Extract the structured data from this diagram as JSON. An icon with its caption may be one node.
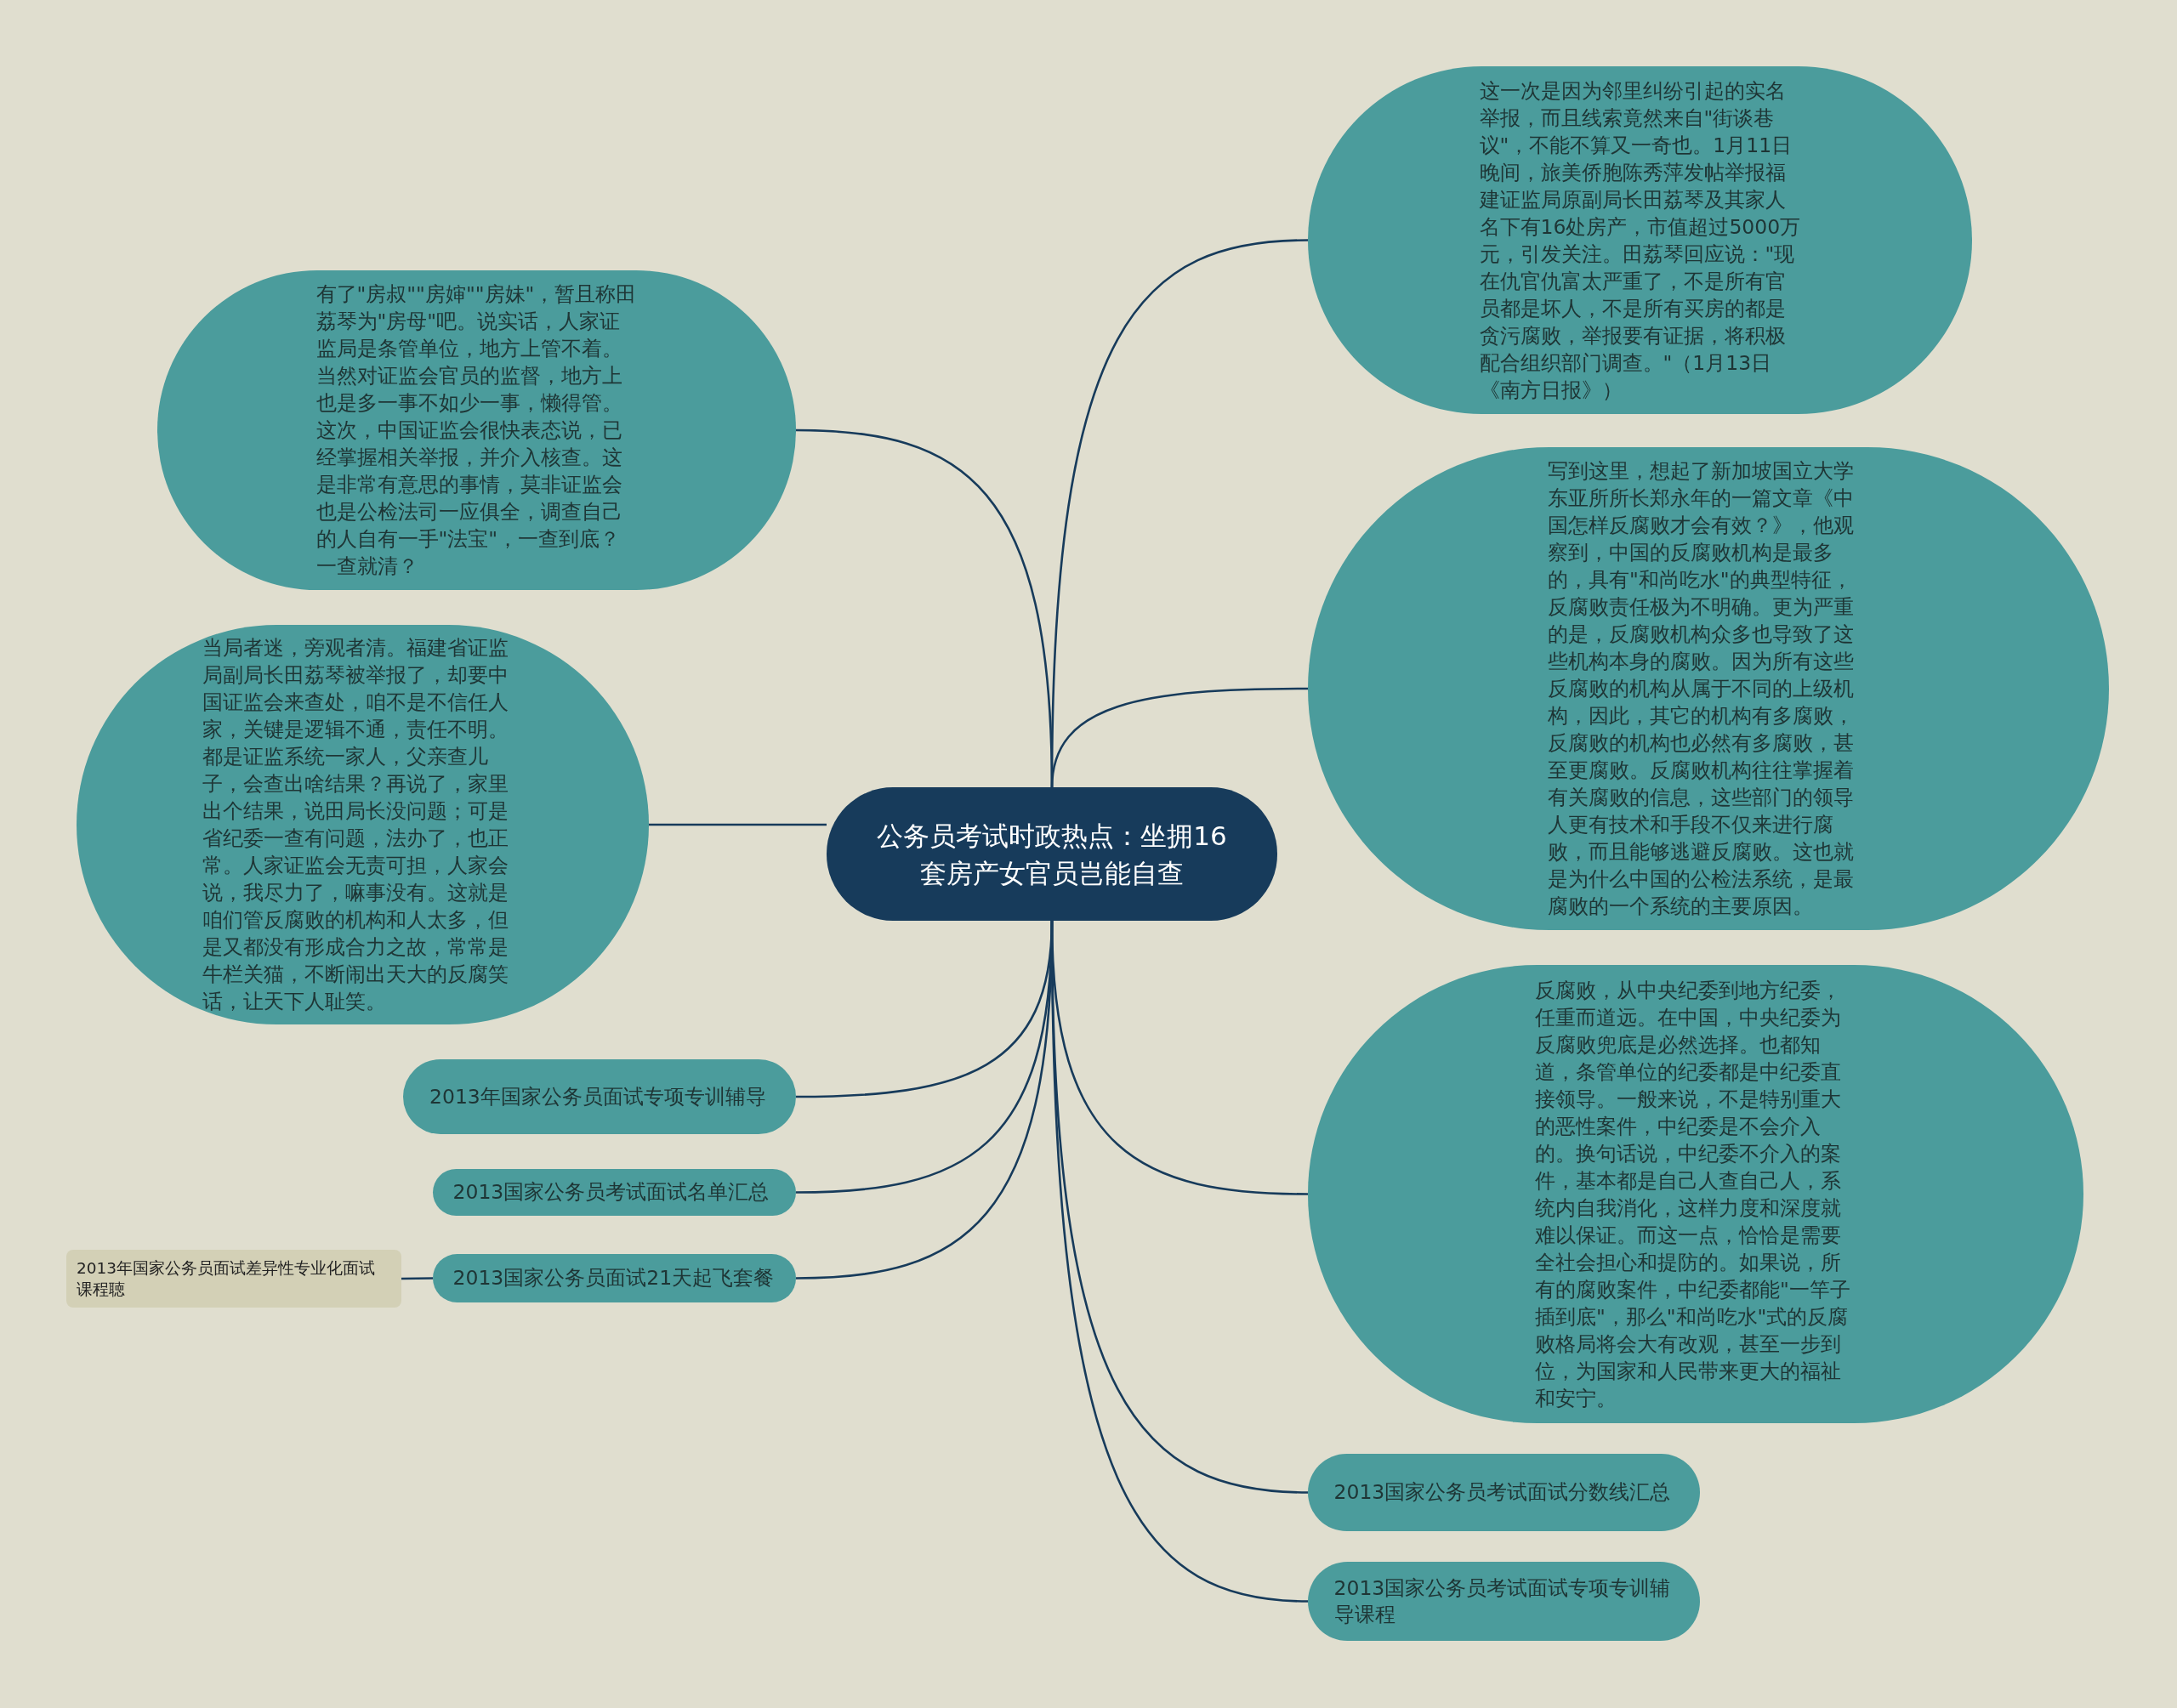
{
  "diagram": {
    "nodes": [
      {
        "text": [
          "公务员考试时政热点：坐拥16套房产女官员岂能自查"
        ]
      },
      {
        "text": [
          "这一次是因为邻里纠纷引起的实名举报，而且线索竟然来自\"街谈巷议\"，不能不算又一奇也。1月11日晚间，旅美侨胞陈秀萍发帖举报福建证监局原副局长田荔琴及其家人名下有16处房产，市值超过5000万元，引发关注。田荔琴回应说：\"现在仇官仇富太严重了，不是所有官员都是坏人，不是所有买房的都是贪污腐败，举报要有证据，将积极配合组织部门调查。\"（1月13日《南方日报》）"
        ]
      },
      {
        "text": [
          "写到这里，想起了新加坡国立大学东亚所所长郑永年的一篇文章《中国怎样反腐败才会有效？》，他观察到，中国的反腐败机构是最多的，具有\"和尚吃水\"的典型特征，反腐败责任极为不明确。更为严重的是，反腐败机构众多也导致了这些机构本身的腐败。因为所有这些反腐败的机构从属于不同的上级机构，因此，其它的机构有多腐败，反腐败的机构也必然有多腐败，甚至更腐败。反腐败机构往往掌握着有关腐败的信息，这些部门的领导人更有技术和手段不仅来进行腐败，而且能够逃避反腐败。这也就是为什么中国的公检法系统，是最腐败的一个系统的主要原因。"
        ]
      },
      {
        "text": [
          "反腐败，从中央纪委到地方纪委，任重而道远。在中国，中央纪委为反腐败兜底是必然选择。也都知道，条管单位的纪委都是中纪委直接领导。一般来说，不是特别重大的恶性案件，中纪委是不会介入的。换句话说，中纪委不介入的案件，基本都是自己人查自己人，系统内自我消化，这样力度和深度就难以保证。而这一点，恰恰是需要全社会担心和提防的。如果说，所有的腐败案件，中纪委都能\"一竿子插到底\"，那么\"和尚吃水\"式的反腐败格局将会大有改观，甚至一步到位，为国家和人民带来更大的福祉和安宁。"
        ]
      },
      {
        "text": [
          "2013国家公务员考试面试分数线汇总"
        ]
      },
      {
        "text": [
          "2013国家公务员考试面试专项专训辅导课程"
        ]
      },
      {
        "text": [
          "有了\"房叔\"\"房婶\"\"房妹\"，暂且称田荔琴为\"房母\"吧。说实话，人家证监局是条管单位，地方上管不着。当然对证监会官员的监督，地方上也是多一事不如少一事，懒得管。这次，中国证监会很快表态说，已经掌握相关举报，并介入核查。这是非常有意思的事情，莫非证监会也是公检法司一应俱全，调查自己的人自有一手\"法宝\"，一查到底？一查就清？"
        ]
      },
      {
        "text": [
          "当局者迷，旁观者清。福建省证监局副局长田荔琴被举报了，却要中国证监会来查处，咱不是不信任人家，关键是逻辑不通，责任不明。都是证监系统一家人，父亲查儿子，会查出啥结果？再说了，家里出个结果，说田局长没问题；可是省纪委一查有问题，法办了，也正常。人家证监会无责可担，人家会说，我尽力了，嘛事没有。这就是咱们管反腐败的机构和人太多，但是又都没有形成合力之故，常常是牛栏关猫，不断闹出天大的反腐笑话，让天下人耻笑。"
        ]
      },
      {
        "text": [
          "2013年国家公务员面试专项专训辅导"
        ]
      },
      {
        "text": [
          "2013国家公务员考试面试名单汇总"
        ]
      },
      {
        "text": [
          "2013国家公务员面试21天起飞套餐"
        ]
      },
      {
        "text": [
          "2013年国家公务员面试差异性专业化面试课程聴"
        ]
      }
    ],
    "edges": [
      {
        "from": 0,
        "to": 1,
        "arrow": "none"
      },
      {
        "from": 0,
        "to": 2,
        "arrow": "none"
      },
      {
        "from": 0,
        "to": 3,
        "arrow": "none"
      },
      {
        "from": 0,
        "to": 4,
        "arrow": "none"
      },
      {
        "from": 0,
        "to": 5,
        "arrow": "none"
      },
      {
        "from": 0,
        "to": 6,
        "arrow": "none"
      },
      {
        "from": 0,
        "to": 7,
        "arrow": "none"
      },
      {
        "from": 0,
        "to": 8,
        "arrow": "none"
      },
      {
        "from": 0,
        "to": 9,
        "arrow": "none"
      },
      {
        "from": 0,
        "to": 10,
        "arrow": "none"
      },
      {
        "from": 10,
        "to": 11,
        "arrow": "none"
      }
    ]
  }
}
